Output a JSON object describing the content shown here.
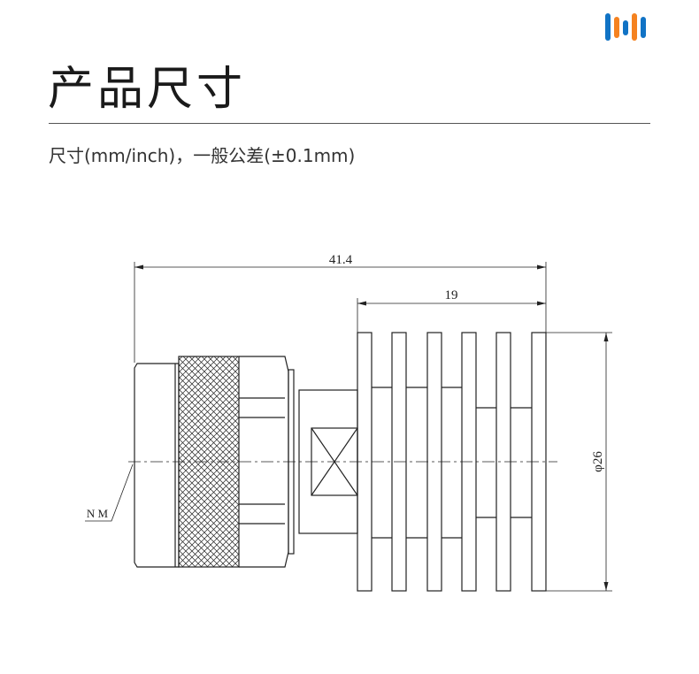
{
  "header": {
    "title": "产品尺寸",
    "subtitle": "尺寸(mm/inch)，一般公差(±0.1mm)"
  },
  "logo": {
    "colors": [
      "#1173c5",
      "#f58220"
    ]
  },
  "drawing": {
    "dimensions": {
      "overall_length": "41.4",
      "heatsink_length": "19",
      "diameter": "φ26"
    },
    "connector_label": "N M"
  }
}
